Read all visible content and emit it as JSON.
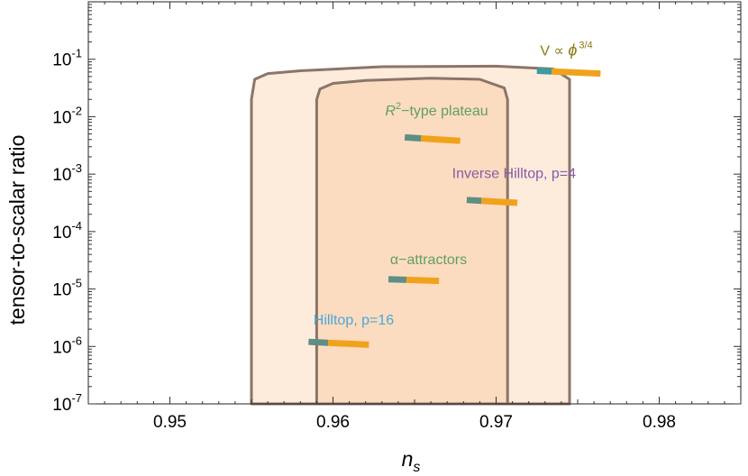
{
  "chart_data": {
    "type": "scatter",
    "xlabel": "n",
    "xlabel_sub": "s",
    "ylabel": "tensor-to-scalar ratio",
    "xlim": [
      0.945,
      0.985
    ],
    "ylim_log10": [
      -7,
      0
    ],
    "y_scale": "log",
    "grid": false,
    "x_ticks": [
      0.95,
      0.96,
      0.97,
      0.98
    ],
    "x_tick_labels": [
      "0.95",
      "0.96",
      "0.97",
      "0.98"
    ],
    "y_ticks": [
      {
        "base": "10",
        "exp": "-7",
        "log10": -7
      },
      {
        "base": "10",
        "exp": "-6",
        "log10": -6
      },
      {
        "base": "10",
        "exp": "-5",
        "log10": -5
      },
      {
        "base": "10",
        "exp": "-4",
        "log10": -4
      },
      {
        "base": "10",
        "exp": "-3",
        "log10": -3
      },
      {
        "base": "10",
        "exp": "-2",
        "log10": -2
      },
      {
        "base": "10",
        "exp": "-1",
        "log10": -1
      }
    ],
    "contours": [
      {
        "level": "outer",
        "fill": "#fdebdc",
        "stroke": "#8b7568",
        "points": [
          [
            0.955,
            -7.0
          ],
          [
            0.955,
            -1.7
          ],
          [
            0.9552,
            -1.35
          ],
          [
            0.956,
            -1.25
          ],
          [
            0.958,
            -1.2
          ],
          [
            0.963,
            -1.13
          ],
          [
            0.97,
            -1.12
          ],
          [
            0.9735,
            -1.17
          ],
          [
            0.9745,
            -1.35
          ],
          [
            0.9745,
            -1.7
          ],
          [
            0.9745,
            -7.0
          ]
        ]
      },
      {
        "level": "inner",
        "fill": "#fcdcc0",
        "stroke": "#8b7568",
        "points": [
          [
            0.959,
            -7.0
          ],
          [
            0.959,
            -1.7
          ],
          [
            0.9592,
            -1.52
          ],
          [
            0.96,
            -1.42
          ],
          [
            0.962,
            -1.37
          ],
          [
            0.966,
            -1.33
          ],
          [
            0.969,
            -1.35
          ],
          [
            0.9705,
            -1.5
          ],
          [
            0.9707,
            -1.7
          ],
          [
            0.9707,
            -7.0
          ]
        ]
      }
    ],
    "series": [
      {
        "x_start": 0.9585,
        "x_mid": 0.9597,
        "x_end": 0.9622,
        "y_start_log10": -5.92,
        "y_end_log10": -5.97,
        "color_low": "#5e8e84",
        "color_high": "#f0a21c"
      },
      {
        "x_start": 0.9634,
        "x_mid": 0.9645,
        "x_end": 0.9665,
        "y_start_log10": -4.83,
        "y_end_log10": -4.86,
        "color_low": "#5e8e84",
        "color_high": "#f0a21c"
      },
      {
        "x_start": 0.9682,
        "x_mid": 0.9691,
        "x_end": 0.9713,
        "y_start_log10": -3.45,
        "y_end_log10": -3.5,
        "color_low": "#5e8e84",
        "color_high": "#f0a21c"
      },
      {
        "x_start": 0.9644,
        "x_mid": 0.9654,
        "x_end": 0.9678,
        "y_start_log10": -2.36,
        "y_end_log10": -2.42,
        "color_low": "#5e8e84",
        "color_high": "#f0a21c"
      },
      {
        "x_start": 0.9725,
        "x_mid": 0.9734,
        "x_end": 0.9764,
        "y_start_log10": -1.2,
        "y_end_log10": -1.25,
        "color_low": "#3c9aa0",
        "color_high": "#f0a21c"
      }
    ],
    "annotations": [
      {
        "label": "Hilltop, p=16",
        "color": "#4aa8d8",
        "x": 0.9588,
        "y_log10": -5.62
      },
      {
        "label": "α−attractors",
        "color": "#5e9e6a",
        "x": 0.9635,
        "y_log10": -4.57
      },
      {
        "label": "Inverse Hilltop, p=4",
        "color": "#8a5aa6",
        "x": 0.9673,
        "y_log10": -3.07
      },
      {
        "label": "−type plateau",
        "prefix_base": "R",
        "prefix_exp": "2",
        "color": "#5e9e6a",
        "x": 0.9632,
        "y_log10": -1.98
      },
      {
        "label": "V ∝ ",
        "phi": "ϕ",
        "phi_exp": "3/4",
        "color": "#8a7a14",
        "x": 0.9727,
        "y_log10": -0.93
      }
    ]
  }
}
